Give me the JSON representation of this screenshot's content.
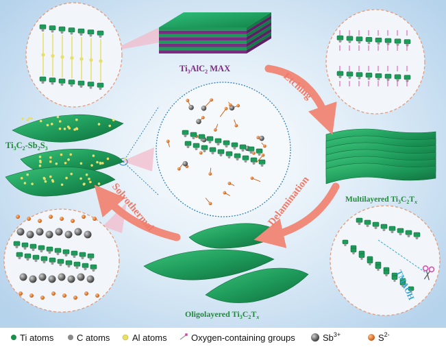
{
  "materials": {
    "max": {
      "base": "Ti",
      "sub1": "3",
      "mid": "AlC",
      "sub2": "2",
      "suffix": " MAX",
      "color": "#7b2b82"
    },
    "multilayered": {
      "prefix": "Multilayered Ti",
      "sub1": "3",
      "mid": "C",
      "sub2": "2",
      "mid2": "T",
      "sub3": "x",
      "color": "#1f8a3a"
    },
    "oligolayered": {
      "prefix": "Oligolayered Ti",
      "sub1": "3",
      "mid": "C",
      "sub2": "2",
      "mid2": "T",
      "sub3": "x",
      "color": "#1f8a3a"
    },
    "composite": {
      "base": "Ti",
      "sub1": "3",
      "mid": "C",
      "sub2": "2",
      "mid2": "-Sb",
      "sub3": "2",
      "mid3": "S",
      "sub4": "3",
      "color": "#1f8a3a"
    }
  },
  "processes": {
    "etching": "Etching",
    "delamination": "Delamination",
    "solvothermal": "Solvothermal",
    "tmaoh": "TMAOH"
  },
  "legend": [
    {
      "symbol": "ti-dot",
      "label": "Ti atoms",
      "color": "#1a8f4a"
    },
    {
      "symbol": "c-dot",
      "label": "C atoms",
      "color": "#8a8a8a"
    },
    {
      "symbol": "al-dot",
      "label": "Al atoms",
      "color": "#e8df6a"
    },
    {
      "symbol": "o-group",
      "label": "Oxygen-containing groups",
      "color": "#d94fb0"
    },
    {
      "symbol": "sb-ball",
      "label": "Sb",
      "sup": "3+",
      "color": "#555555"
    },
    {
      "symbol": "s-ball",
      "label": "S",
      "sup": "2-",
      "color": "#e07a1f"
    }
  ],
  "colors": {
    "background": "#cfe3f3",
    "flake": "#1e9a5a",
    "flake_dark": "#0f6b3a",
    "arrow": "#f08a7a",
    "dashed_circle": "#e39a7a",
    "inner_circle": "#2f7fc0",
    "tmaoh": "#2fa7d9"
  }
}
